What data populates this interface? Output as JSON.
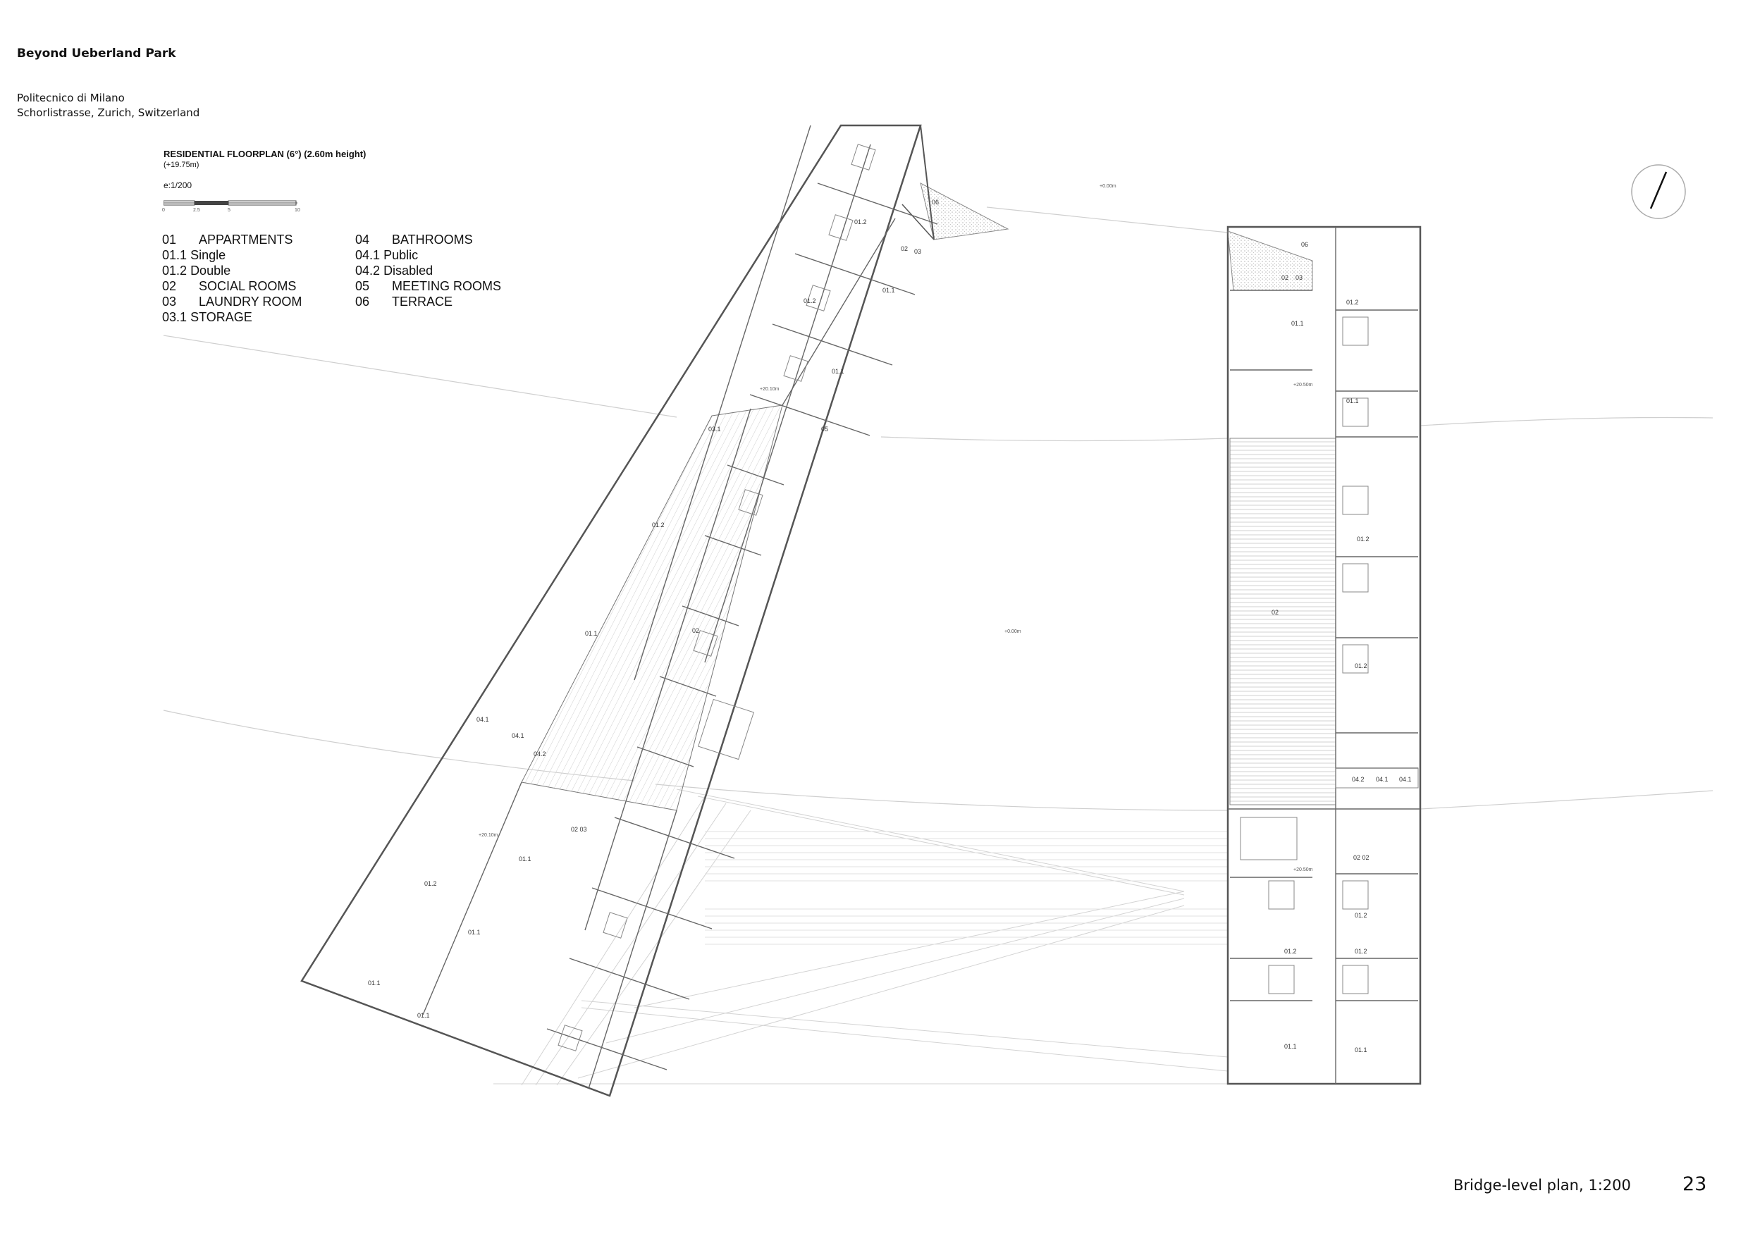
{
  "header": {
    "project_title": "Beyond Ueberland Park",
    "institution": "Politecnico di Milano",
    "address": "Schorlistrasse, Zurich, Switzerland"
  },
  "plan": {
    "title": "RESIDENTIAL FLOORPLAN (6°)  (2.60m height)",
    "elevation": "(+19.75m)",
    "scale": "e:1/200",
    "scale_ticks": [
      "0",
      "2.5",
      "5",
      "10"
    ]
  },
  "legend": {
    "left": [
      {
        "code": "01",
        "label": "APPARTMENTS"
      },
      {
        "code": "01.1",
        "label": "Single"
      },
      {
        "code": "01.2",
        "label": "Double"
      },
      {
        "code": "02",
        "label": "SOCIAL ROOMS"
      },
      {
        "code": "03",
        "label": "LAUNDRY ROOM"
      },
      {
        "code": "03.1",
        "label": "STORAGE"
      }
    ],
    "right": [
      {
        "code": "04",
        "label": "BATHROOMS"
      },
      {
        "code": "04.1",
        "label": "Public"
      },
      {
        "code": "04.2",
        "label": "Disabled"
      },
      {
        "code": "05",
        "label": "MEETING ROOMS"
      },
      {
        "code": "06",
        "label": "TERRACE"
      }
    ]
  },
  "room_labels": {
    "left_wing": [
      "01.2",
      "02",
      "03",
      "01.2",
      "01.1",
      "01.1",
      "03.1",
      "05",
      "01.2",
      "01.1",
      "02",
      "04.1",
      "04.1",
      "04.2",
      "02  03",
      "01.1",
      "01.2",
      "01.1",
      "01.1",
      "01.1",
      "06"
    ],
    "right_wing": [
      "06",
      "02",
      "03",
      "01.2",
      "01.1",
      "01.1",
      "01.2",
      "02",
      "01.2",
      "04.2",
      "04.1",
      "04.1",
      "02  02",
      "01.2",
      "01.2",
      "01.2",
      "01.1",
      "01.1"
    ],
    "elevations": [
      "+20.10m",
      "+20.10m",
      "+20.50m",
      "+20.50m",
      "+0.00m",
      "+0.00m"
    ]
  },
  "footer": {
    "caption": "Bridge-level plan, 1:200",
    "page_number": "23"
  }
}
